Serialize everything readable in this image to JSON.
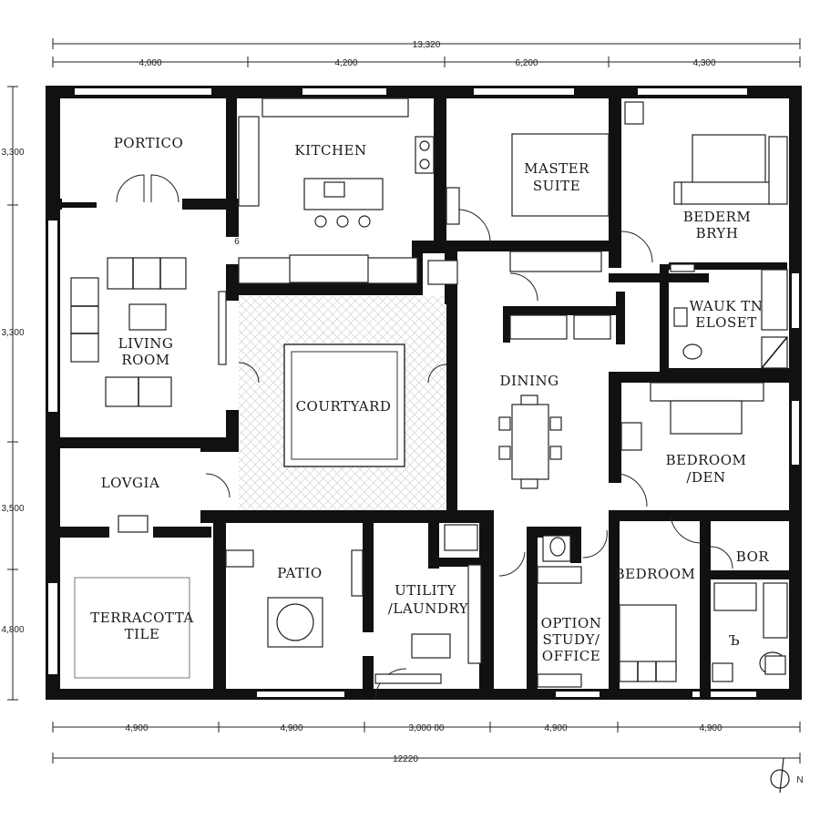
{
  "rooms": {
    "portico": [
      "PORTICO"
    ],
    "kitchen": [
      "KITCHEN"
    ],
    "master_suite": [
      "MASTER",
      "SUITE"
    ],
    "bedroom_bath": [
      "BEDERM",
      "BRYH"
    ],
    "living_room": [
      "LIVING",
      "ROOM"
    ],
    "courtyard": [
      "COURTYARD"
    ],
    "dining": [
      "DINING"
    ],
    "walk_in_closet": [
      "WAUK TN",
      "ELOSET"
    ],
    "loggia": [
      "LOVGIA"
    ],
    "bedroom_den": [
      "BEDROOM",
      "/DEN"
    ],
    "patio": [
      "PATIO"
    ],
    "utility_laundry": [
      "UTILITY",
      "/LAUNDRY"
    ],
    "option_study_office": [
      "OPTION",
      "STUDY/",
      "OFFICE"
    ],
    "bedroom": [
      "BEDROOM"
    ],
    "bor": [
      "BOR"
    ],
    "terracotta_tile": [
      "TERRACOTTA",
      "TILE"
    ]
  },
  "dimensions": {
    "top_total": "13,320",
    "top": [
      "4,000",
      "4,200",
      "6,200",
      "4,300"
    ],
    "left": [
      "3,300",
      "3,300",
      "3,500",
      "4,800"
    ],
    "bottom": [
      "4,900",
      "4,900",
      "3,000 00",
      "4,900",
      "4,900"
    ],
    "bottom_total": "12220"
  },
  "markers": {
    "small_mark": "6",
    "bath_mark": "Ъ"
  },
  "north_label": "N"
}
